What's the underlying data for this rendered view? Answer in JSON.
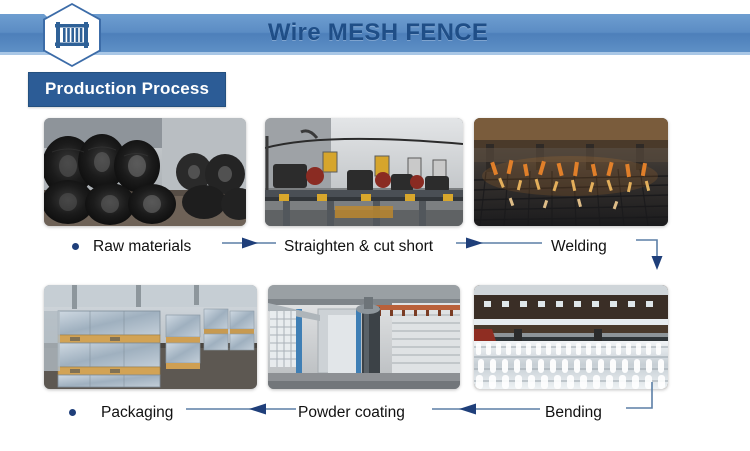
{
  "header": {
    "title": "Wire MESH FENCE",
    "logo_icon": "fence-icon",
    "banner_color": "#5b8cc4",
    "title_color": "#1f4e87"
  },
  "section": {
    "tag_label": "Production Process",
    "tag_bg": "#2c5c96",
    "tag_text_color": "#ffffff"
  },
  "flow": {
    "accent_color": "#1f3f7a",
    "connector_color": "#5b7fa6",
    "rows": [
      {
        "direction": "left-to-right",
        "steps": [
          {
            "label": "Raw materials",
            "photo": "photo-raw",
            "alt": "Coils of black steel wire rod stacked in a yard"
          },
          {
            "label": "Straighten & cut short",
            "photo": "photo-straighten",
            "alt": "Wire straightening and cutting machine line in factory"
          },
          {
            "label": "Welding",
            "photo": "photo-welding",
            "alt": "Mesh welding machine with glowing copper electrodes and sparks"
          }
        ]
      },
      {
        "direction": "right-to-left",
        "steps": [
          {
            "label": "Packaging",
            "photo": "photo-packaging",
            "alt": "Shrink-wrapped mesh panels stacked on wooden pallets in warehouse"
          },
          {
            "label": "Powder coating",
            "photo": "photo-powder",
            "alt": "Powder coating booth with overhead conveyor line"
          },
          {
            "label": "Bending",
            "photo": "photo-bending",
            "alt": "Bending machine forming galvanized welded wire mesh panels"
          }
        ]
      }
    ]
  }
}
